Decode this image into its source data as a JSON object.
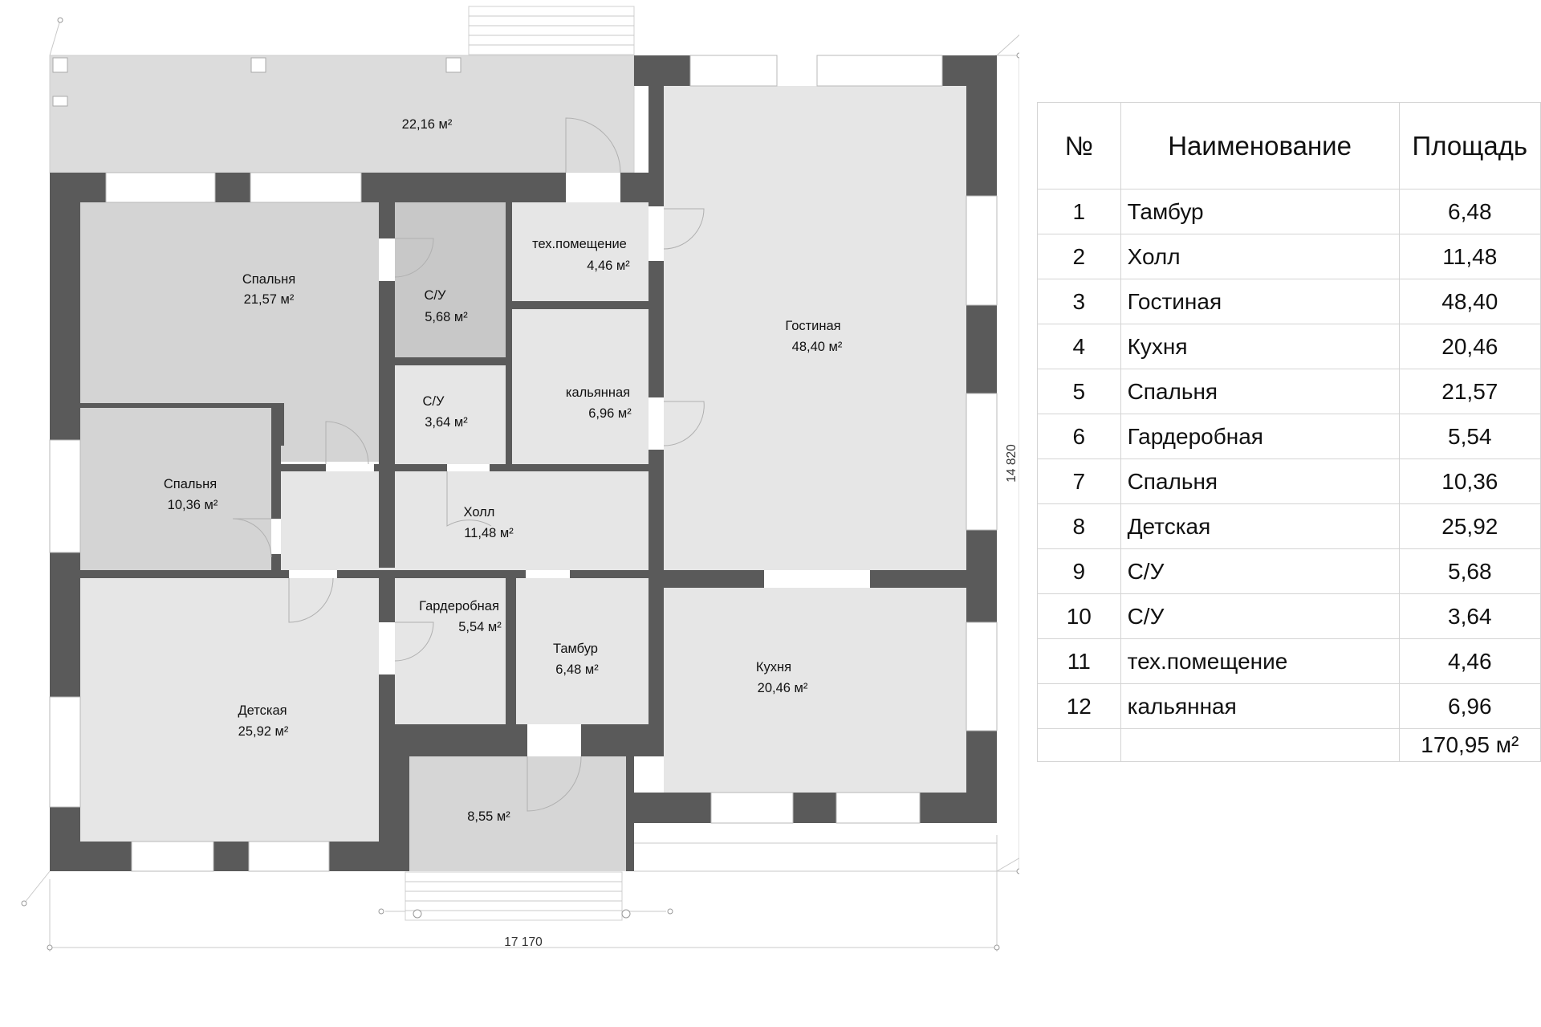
{
  "plan": {
    "terrace_area": "22,16 м²",
    "porch_area": "8,55 м²",
    "dim_width": "17 170",
    "dim_height": "14 820",
    "rooms": [
      {
        "key": "bedroom1",
        "name": "Спальня",
        "area": "21,57 м²"
      },
      {
        "key": "wc1",
        "name": "С/У",
        "area": "5,68 м²"
      },
      {
        "key": "tech",
        "name": "тех.помещение",
        "area": "4,46 м²"
      },
      {
        "key": "living",
        "name": "Гостиная",
        "area": "48,40 м²"
      },
      {
        "key": "wc2",
        "name": "С/У",
        "area": "3,64 м²"
      },
      {
        "key": "hookah",
        "name": "кальянная",
        "area": "6,96 м²"
      },
      {
        "key": "bedroom2",
        "name": "Спальня",
        "area": "10,36 м²"
      },
      {
        "key": "hall",
        "name": "Холл",
        "area": "11,48 м²"
      },
      {
        "key": "wardrobe",
        "name": "Гардеробная",
        "area": "5,54 м²"
      },
      {
        "key": "vestibule",
        "name": "Тамбур",
        "area": "6,48 м²"
      },
      {
        "key": "kitchen",
        "name": "Кухня",
        "area": "20,46 м²"
      },
      {
        "key": "kids",
        "name": "Детская",
        "area": "25,92 м²"
      }
    ]
  },
  "legend": {
    "headers": {
      "num": "№",
      "name": "Наименование",
      "area": "Площадь"
    },
    "rows": [
      {
        "num": "1",
        "name": "Тамбур",
        "area": "6,48"
      },
      {
        "num": "2",
        "name": "Холл",
        "area": "11,48"
      },
      {
        "num": "3",
        "name": "Гостиная",
        "area": "48,40"
      },
      {
        "num": "4",
        "name": "Кухня",
        "area": "20,46"
      },
      {
        "num": "5",
        "name": "Спальня",
        "area": "21,57"
      },
      {
        "num": "6",
        "name": "Гардеробная",
        "area": "5,54"
      },
      {
        "num": "7",
        "name": "Спальня",
        "area": "10,36"
      },
      {
        "num": "8",
        "name": "Детская",
        "area": "25,92"
      },
      {
        "num": "9",
        "name": "С/У",
        "area": "5,68"
      },
      {
        "num": "10",
        "name": "С/У",
        "area": "3,64"
      },
      {
        "num": "11",
        "name": "тех.помещение",
        "area": "4,46"
      },
      {
        "num": "12",
        "name": "кальянная",
        "area": "6,96"
      }
    ],
    "total": "170,95 м²"
  },
  "colors": {
    "wall": "#5a5a5a",
    "floor_light": "#e6e6e6",
    "floor_mid": "#d4d4d4",
    "floor_dark": "#c8c8c8",
    "outdoor": "#dcdcdc"
  }
}
